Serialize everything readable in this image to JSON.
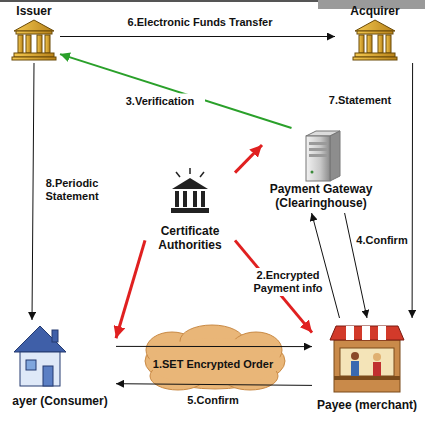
{
  "diagram": {
    "nodes": [
      {
        "text": [
          "Issuer"
        ]
      },
      {
        "text": [
          "Acquirer"
        ]
      },
      {
        "text": [
          "Payment Gateway (Clearinghouse)"
        ]
      },
      {
        "text": [
          "Certificate Authorities"
        ]
      },
      {
        "text": [
          "ayer (Consumer)"
        ]
      },
      {
        "text": [
          "Payee (merchant)"
        ]
      }
    ],
    "edges": [
      {
        "from": 0,
        "to": 1,
        "arrow": "to",
        "label": "6.Electronic Funds Transfer"
      },
      {
        "from": 2,
        "to": 0,
        "arrow": "to",
        "label": "3.Verification"
      },
      {
        "from": 0,
        "to": 4,
        "arrow": "to",
        "label": "8.Periodic Statement"
      },
      {
        "from": 1,
        "to": 5,
        "arrow": "to",
        "label": "7.Statement"
      },
      {
        "from": 5,
        "to": 2,
        "arrow": "to",
        "label": "2.Encrypted Payment info"
      },
      {
        "from": 2,
        "to": 5,
        "arrow": "to",
        "label": "4.Confirm"
      },
      {
        "from": 3,
        "to": 2,
        "arrow": "to"
      },
      {
        "from": 3,
        "to": 4,
        "arrow": "to"
      },
      {
        "from": 3,
        "to": 5,
        "arrow": "to"
      },
      {
        "from": 4,
        "to": 5,
        "arrow": "to",
        "label": "1.SET Encrypted Order"
      },
      {
        "from": 5,
        "to": 4,
        "arrow": "to",
        "label": "5.Confirm"
      }
    ]
  }
}
